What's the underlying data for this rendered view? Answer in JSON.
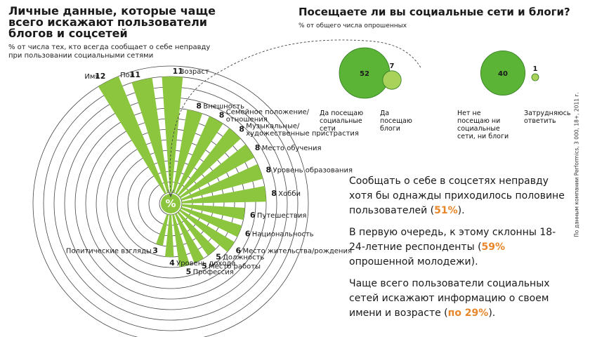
{
  "left": {
    "title": "Личные данные, которые чаще всего искажают пользователи блогов и соцсетей",
    "subtitle": "% от числа тех, кто всегда сообщает о себе неправду при пользовании социальными сетями",
    "center_label": "%"
  },
  "right": {
    "title": "Посещаете ли вы социальные сети и блоги?",
    "subtitle": "% от общего числа опрошенных",
    "source": "По данным компании Performics, 3 000, 18+, 2011 г."
  },
  "summary": {
    "p1_pre": "Сообщать о себе в соцсетях неправду хотя бы однажды приходилось половине пользователей (",
    "p1_hl": "51%",
    "p1_post": ").",
    "p2_pre": "В первую очередь, к этому склонны 18-24-летние респонденты (",
    "p2_hl": "59%",
    "p2_post": " опрошенной молодежи).",
    "p3_pre": "Чаще всего пользователи социальных сетей искажают информацию о своем имени и возрасте (",
    "p3_hl": "по 29%",
    "p3_post": ")."
  },
  "colors": {
    "bar": "#8cc63f",
    "bubble_dark": "#5bb436",
    "bubble_light": "#a8d25a",
    "bubble_stroke": "#2f7a1e",
    "ring": "#444444",
    "highlight": "#e8862a"
  },
  "chart_data": [
    {
      "type": "bar",
      "layout": "radial",
      "unit": "%",
      "categories": [
        "Имя",
        "Пол",
        "Возраст",
        "Внешность",
        "Семейное положение/ отношения",
        "Музыкальные/ художественные пристрастия",
        "Место обучения",
        "Уровень образования",
        "Хобби",
        "Путешествия",
        "Национальность",
        "Место жительства/рождения",
        "Должность",
        "Место работы",
        "Профессия",
        "Уровень дохода",
        "Политические взгляды"
      ],
      "values": [
        12,
        11,
        11,
        8,
        8,
        8,
        8,
        8,
        8,
        6,
        6,
        6,
        5,
        5,
        5,
        4,
        3
      ],
      "ylim": [
        0,
        12
      ]
    },
    {
      "type": "bubble",
      "categories": [
        "Да посещаю социальные сети",
        "Да посещаю блоги",
        "Нет не посещаю ни социальные сети, ни блоги",
        "Затрудняюсь ответить"
      ],
      "values": [
        52,
        7,
        40,
        1
      ]
    }
  ]
}
